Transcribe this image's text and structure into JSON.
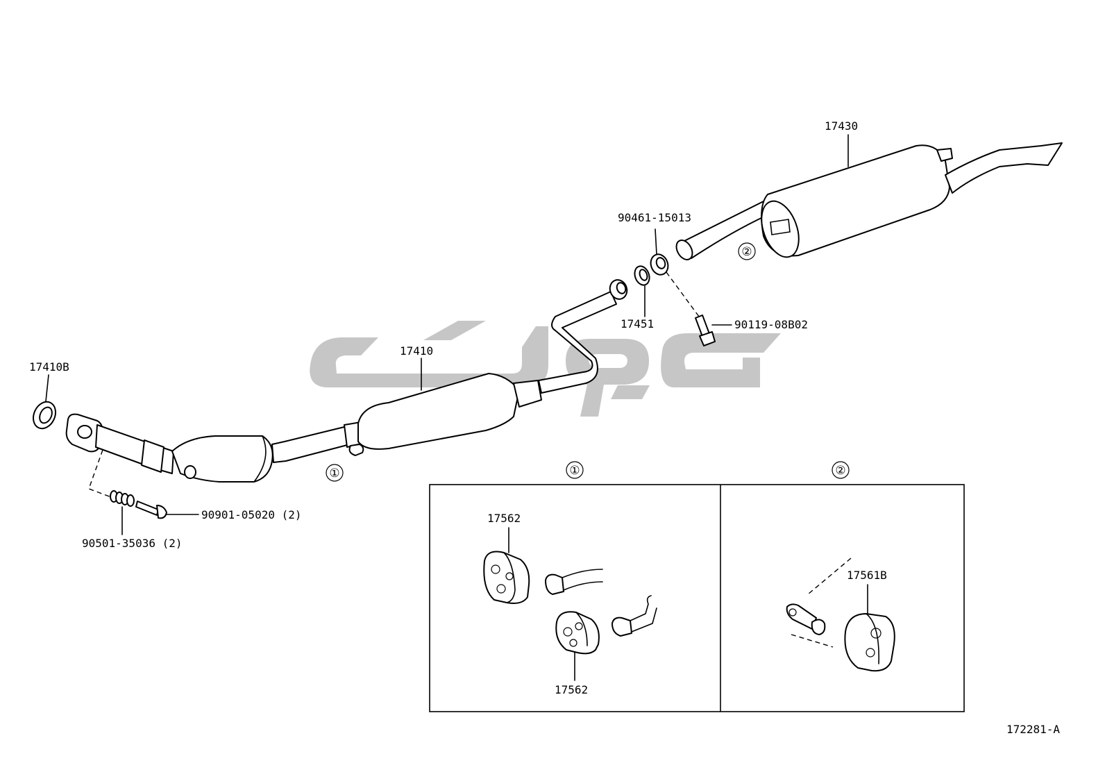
{
  "diagram": {
    "parts": {
      "gasket_front": "17410B",
      "front_pipe": "17410",
      "tail_pipe": "17430",
      "gasket_center": "17451",
      "spring_nut": "90461-15013",
      "bolt_center": "90119-08B02",
      "bolt_front": "90901-05020 (2)",
      "spring_front": "90501-35036 (2)",
      "hanger_upper": "17562",
      "hanger_lower": "17562",
      "hanger_rear": "17561B"
    },
    "callouts": {
      "one": "①",
      "two": "②"
    },
    "detail_boxes": {
      "box1_title": "①",
      "box2_title": "②"
    },
    "figure_code": "172281-A"
  }
}
